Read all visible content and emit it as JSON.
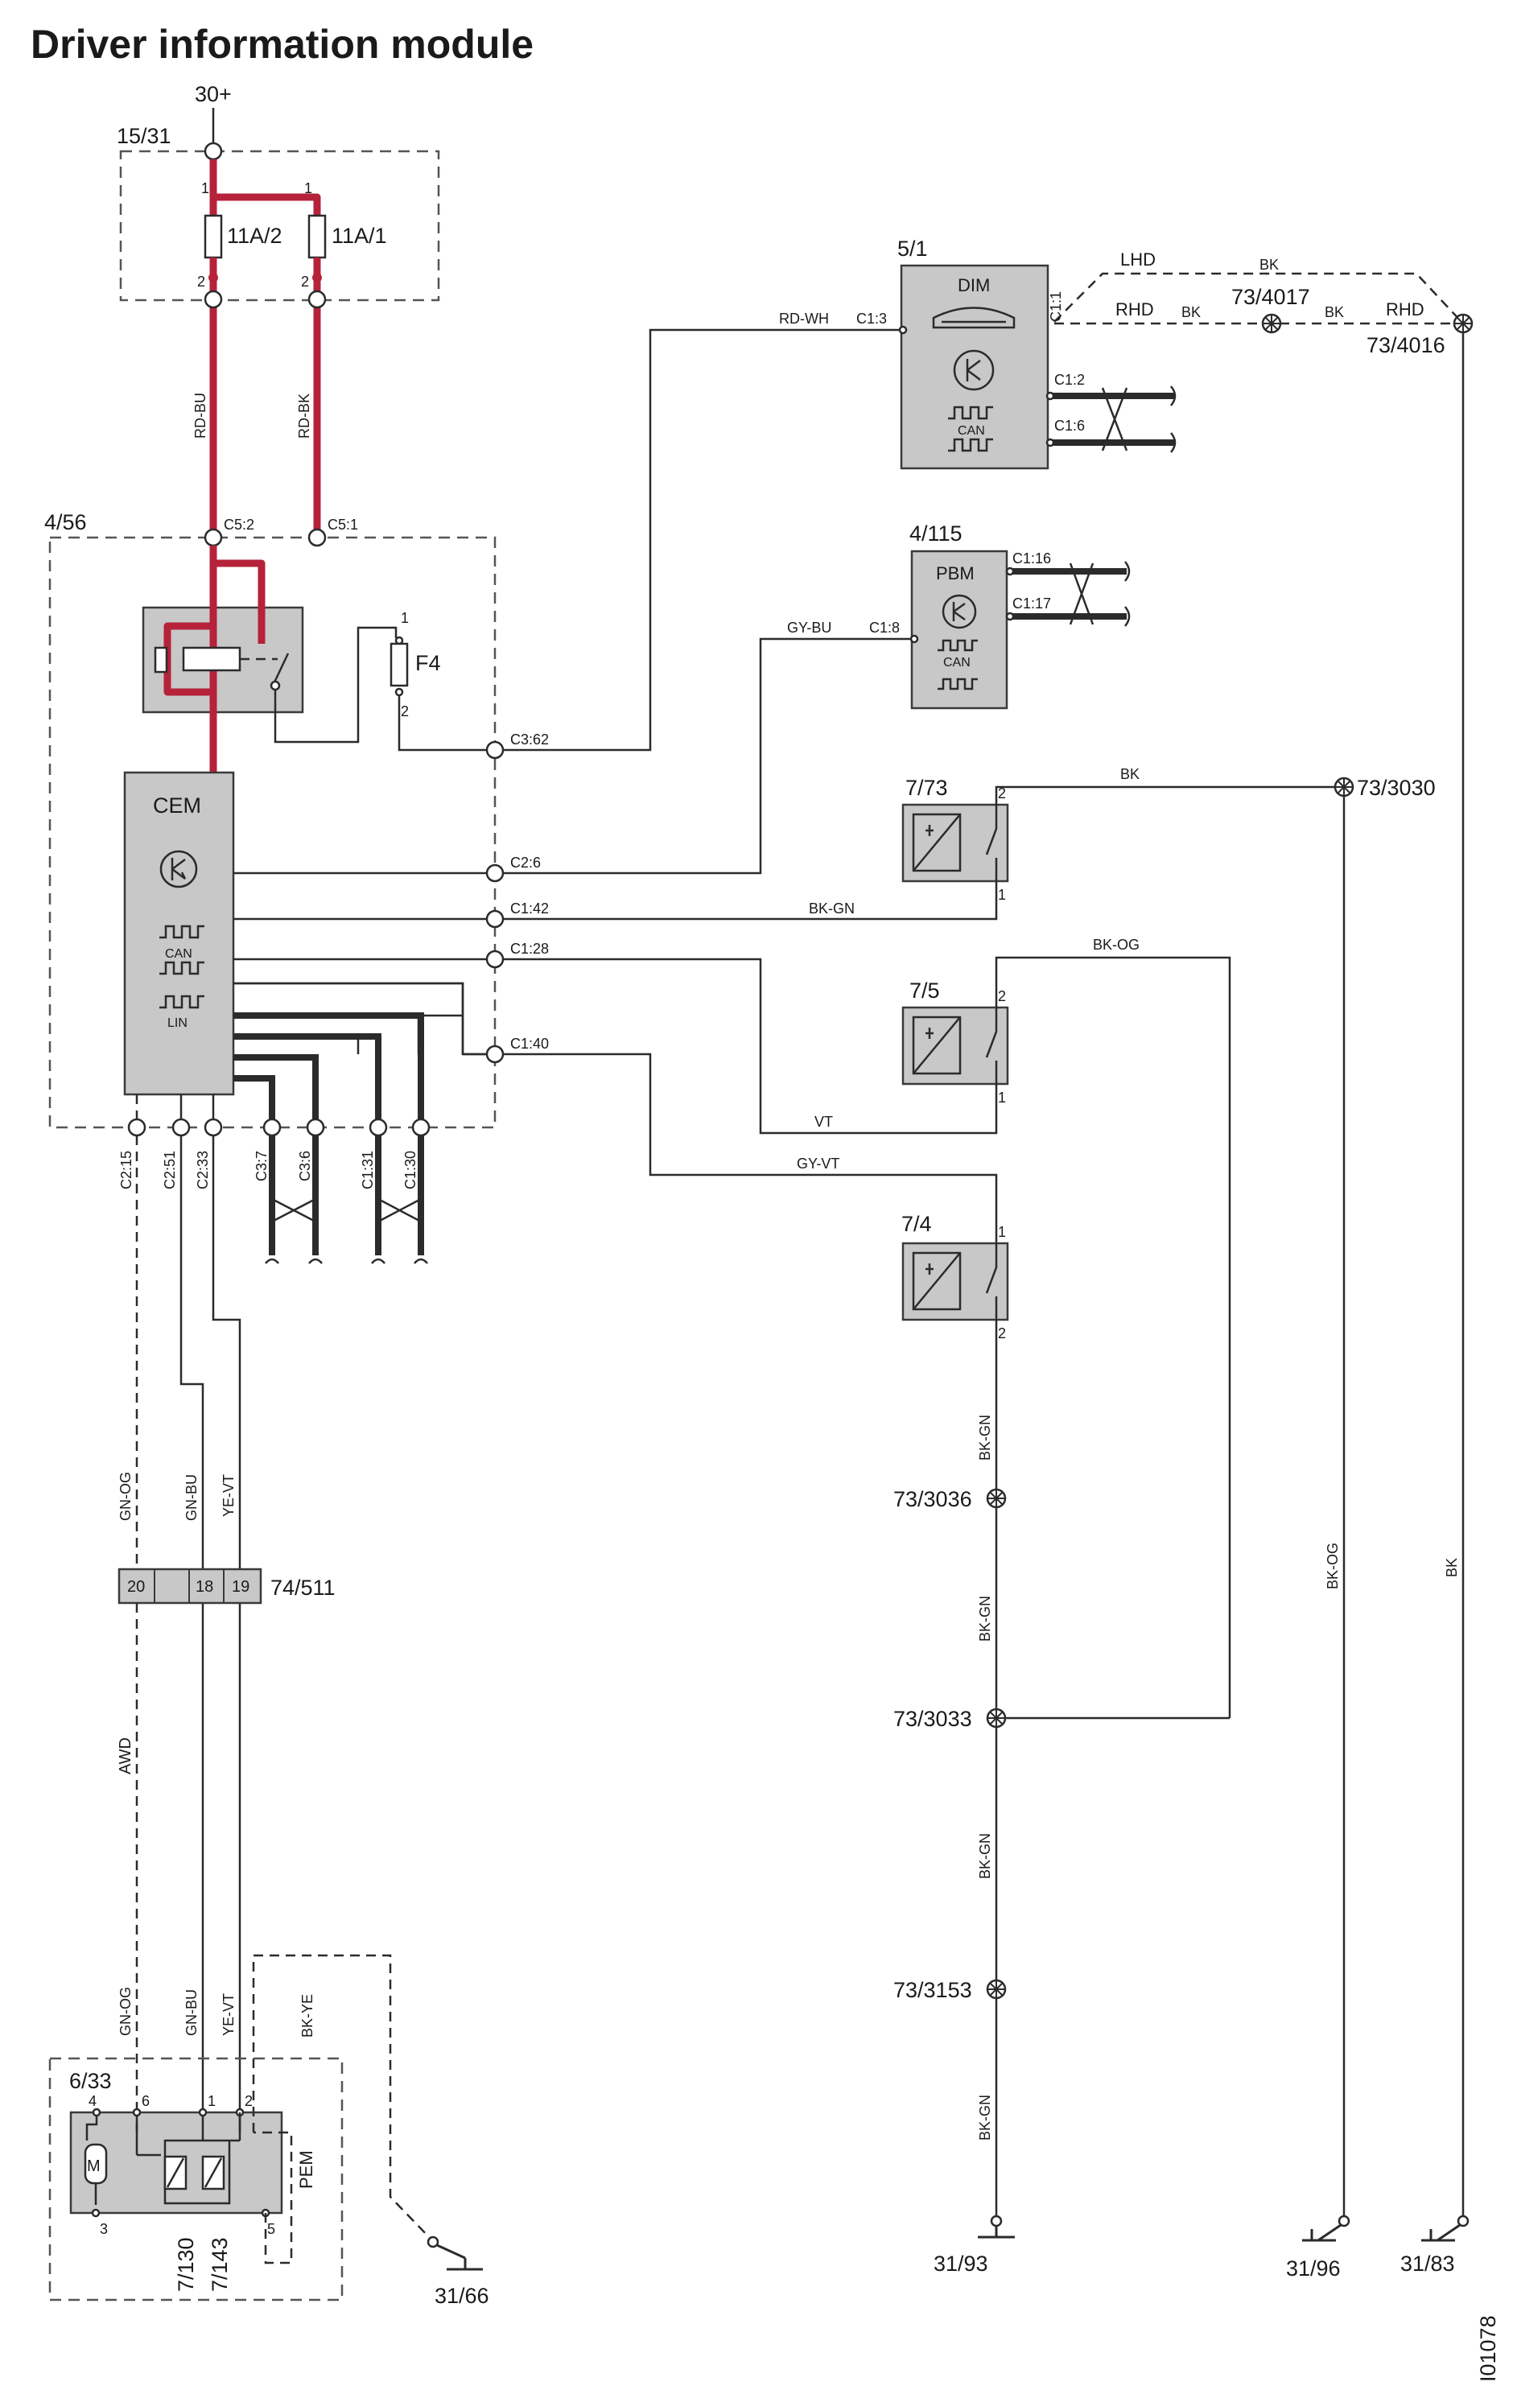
{
  "title": "Driver information module",
  "supply": {
    "label": "30+"
  },
  "fuse_box": {
    "id": "15/31",
    "fuse_a": "11A/2",
    "fuse_b": "11A/1",
    "pin_top": "1",
    "pin_bottom": "2"
  },
  "wires": {
    "rd_bu": "RD-BU",
    "rd_bk": "RD-BK",
    "rd_wh": "RD-WH",
    "gy_bu": "GY-BU",
    "bk": "BK",
    "bk_gn": "BK-GN",
    "bk_og": "BK-OG",
    "vt": "VT",
    "gy_vt": "GY-VT",
    "gn_og": "GN-OG",
    "gn_bu": "GN-BU",
    "ye_vt": "YE-VT",
    "bk_ye": "BK-YE",
    "awd": "AWD",
    "lhd": "LHD",
    "rhd": "RHD"
  },
  "cem_box": {
    "id": "4/56",
    "module": "CEM",
    "fuse": "F4",
    "can": "CAN",
    "lin": "LIN",
    "pins": {
      "c5_2": "C5:2",
      "c5_1": "C5:1",
      "c3_62": "C3:62",
      "c2_6": "C2:6",
      "c1_42": "C1:42",
      "c1_28": "C1:28",
      "c1_40": "C1:40",
      "c2_15": "C2:15",
      "c2_51": "C2:51",
      "c2_33": "C2:33",
      "c3_7": "C3:7",
      "c3_6": "C3:6",
      "c1_31": "C1:31",
      "c1_30": "C1:30"
    },
    "fuse_pin1": "1",
    "fuse_pin2": "2"
  },
  "dim": {
    "id": "5/1",
    "module": "DIM",
    "can": "CAN",
    "pins": {
      "c1_3": "C1:3",
      "c1_1": "C1:1",
      "c1_2": "C1:2",
      "c1_6": "C1:6"
    }
  },
  "pbm": {
    "id": "4/115",
    "module": "PBM",
    "can": "CAN",
    "pins": {
      "c1_16": "C1:16",
      "c1_17": "C1:17",
      "c1_8": "C1:8"
    }
  },
  "switches": [
    {
      "id": "7/73",
      "pin_top": "2",
      "pin_bottom": "1"
    },
    {
      "id": "7/5",
      "pin_top": "2",
      "pin_bottom": "1"
    },
    {
      "id": "7/4",
      "pin_top": "1",
      "pin_bottom": "2"
    }
  ],
  "splices": {
    "s4017": "73/4017",
    "s4016": "73/4016",
    "s3030": "73/3030",
    "s3036": "73/3036",
    "s3033": "73/3033",
    "s3153": "73/3153"
  },
  "connector": {
    "id": "74/511",
    "pin20": "20",
    "pin18": "18",
    "pin19": "19"
  },
  "pem": {
    "id": "6/33",
    "module": "PEM",
    "pins": {
      "p4": "4",
      "p6": "6",
      "p1": "1",
      "p2": "2",
      "p3": "3",
      "p5": "5"
    },
    "sensor_a": "7/130",
    "sensor_b": "7/143"
  },
  "grounds": {
    "g93": "31/93",
    "g96": "31/96",
    "g83": "31/83",
    "g66": "31/66"
  },
  "figure_id": "I01078"
}
